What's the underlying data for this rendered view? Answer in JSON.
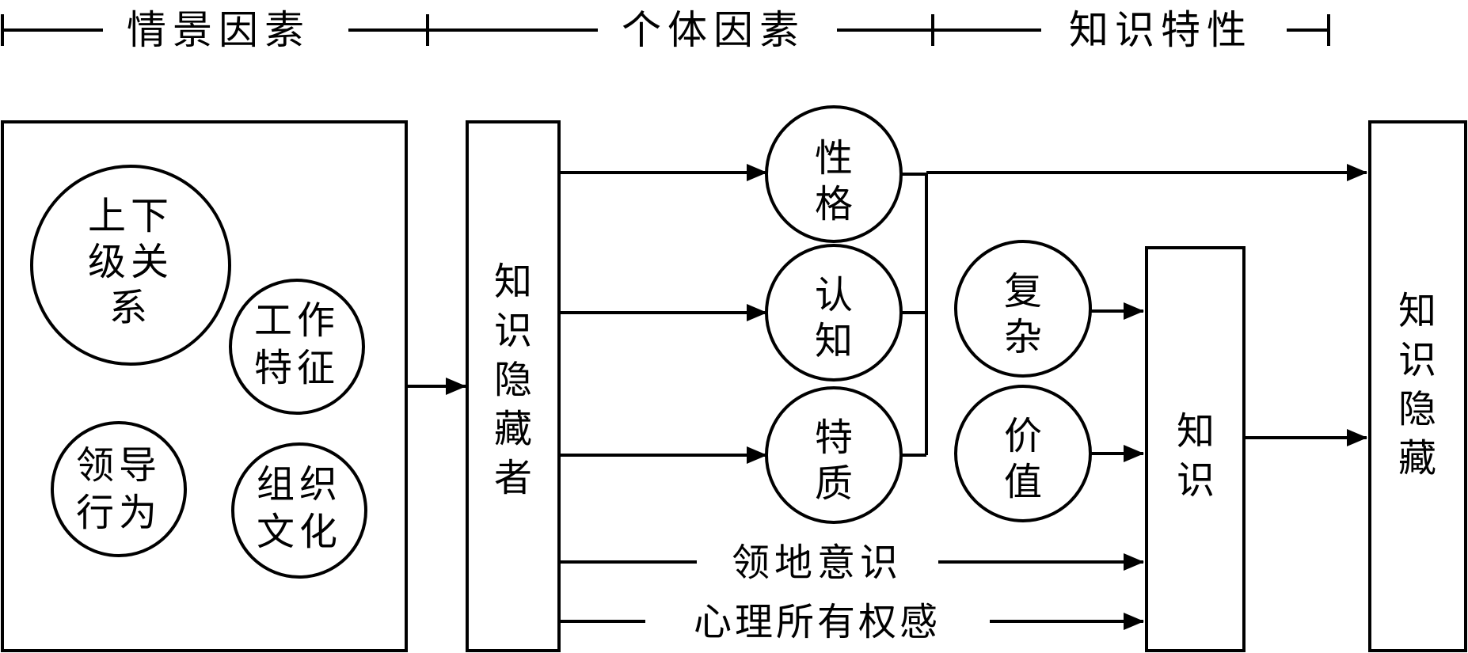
{
  "header": {
    "situational": "情景因素",
    "individual": "个体因素",
    "knowledge_traits": "知识特性"
  },
  "situational_box": {
    "circles": [
      "上下级关系",
      "工作特征",
      "领导行为",
      "组织文化"
    ]
  },
  "hider_box": {
    "label": "知识隐藏者"
  },
  "individual_circles": [
    "性格",
    "认知",
    "特质"
  ],
  "knowledge_circles": [
    "复杂",
    "价值"
  ],
  "knowledge_box": {
    "label": "知识"
  },
  "outcome_box": {
    "label": "知识隐藏"
  },
  "arrow_labels": {
    "territorial": "领地意识",
    "ownership": "心理所有权感"
  }
}
